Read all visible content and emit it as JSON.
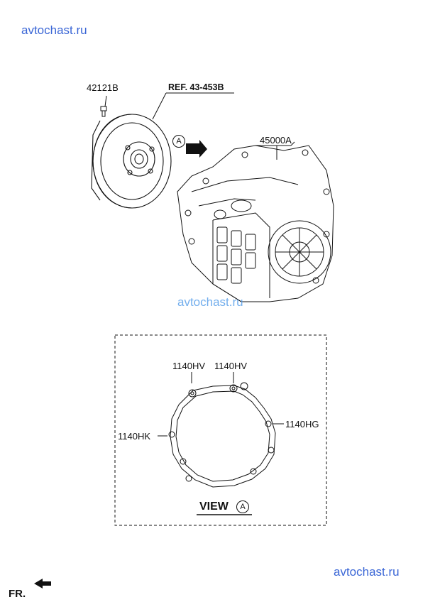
{
  "watermarks": {
    "top": "avtochast.ru",
    "middle": "avtochast.ru",
    "bottom": "avtochast.ru"
  },
  "parts": {
    "torque_converter_bolt": "42121B",
    "reference": "REF. 43-453B",
    "transaxle_assembly": "45000A",
    "bolt_hv_left": "1140HV",
    "bolt_hv_right": "1140HV",
    "bolt_hg": "1140HG",
    "bolt_hk": "1140HK"
  },
  "view": {
    "arrow_letter": "A",
    "label_text": "VIEW",
    "label_letter": "A"
  },
  "orientation": {
    "front_label": "FR."
  }
}
